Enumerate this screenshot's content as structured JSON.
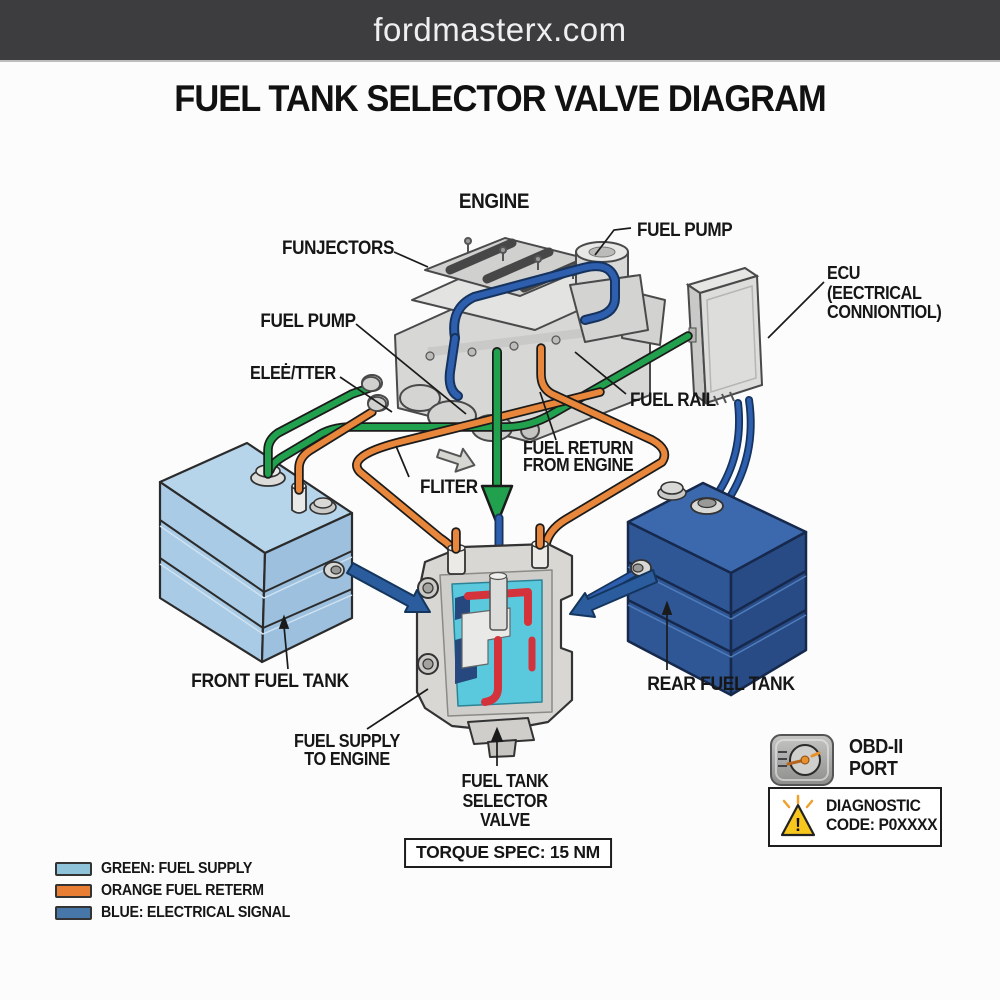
{
  "header": {
    "site": "fordmasterx.com"
  },
  "title": "FUEL TANK SELECTOR VALVE DIAGRAM",
  "diagram": {
    "labels": {
      "engine": "ENGINE",
      "injectors": "FUNJECTORS",
      "fuel_pump_top": "FUEL PUMP",
      "fuel_pump_left": "FUEL PUMP",
      "filter_left": "ELEĖ/TTER",
      "fuel_rail": "FUEL RAIL",
      "fuel_return_line1": "FUEL RETURN",
      "fuel_return_line2": "FROM ENGINE",
      "filter": "FLITER",
      "ecu_line1": "ECU",
      "ecu_line2": "(EECTRICAL",
      "ecu_line3": "CONNIONTIOL)",
      "front_tank": "FRONT FUEL TANK",
      "rear_tank": "REAR FUEL TANK",
      "fuel_supply_line1": "FUEL SUPPLY",
      "fuel_supply_line2": "TO ENGINE",
      "selector_line1": "FUEL TANK",
      "selector_line2": "SELECTOR",
      "selector_line3": "VALVE",
      "torque_spec": "TORQUE SPEC: 15 NM",
      "obd_line1": "OBD-II",
      "obd_line2": "PORT",
      "diag_line1": "DIAGNOSTIC",
      "diag_line2": "CODE: P0XXXX"
    },
    "legend": [
      {
        "color": "#8fc3d9",
        "label": "GREEN: FUEL SUPPLY"
      },
      {
        "color": "#e87e33",
        "label": "ORANGE FUEL RETERM"
      },
      {
        "color": "#4677a8",
        "label": "BLUE: ELECTRICAL SIGNAL"
      }
    ],
    "colors": {
      "header_bar": "#3d3d3f",
      "fuel_supply_green": "#21a14e",
      "fuel_return_orange": "#e8873b",
      "electrical_blue": "#2d5fae",
      "front_tank_blue": "#a9cbe6",
      "rear_tank_blue": "#2f5796",
      "valve_cyan": "#5ac9de",
      "valve_red": "#d4333c",
      "warning_yellow": "#f7c71d"
    }
  }
}
